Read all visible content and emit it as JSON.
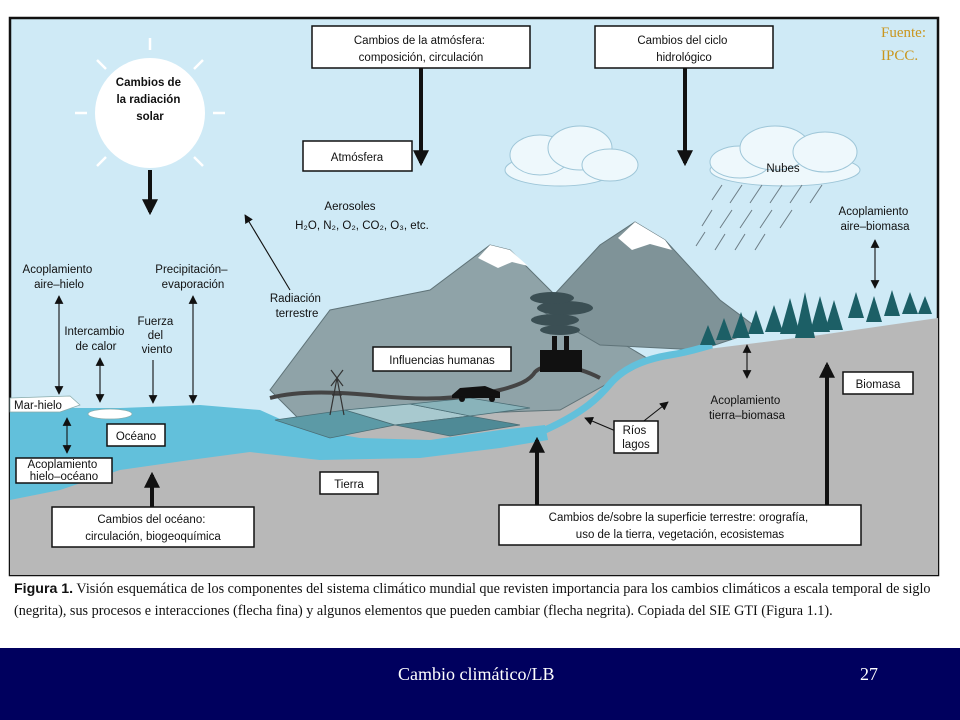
{
  "diagram": {
    "solar": [
      "Cambios de",
      "la radiación",
      "solar"
    ],
    "atm_changes": [
      "Cambios de la atmósfera:",
      "composición, circulación"
    ],
    "hydro_changes": [
      "Cambios del ciclo",
      "hidrológico"
    ],
    "atmosphere": "Atmósfera",
    "clouds": "Nubes",
    "aerosols_title": "Aerosoles",
    "aerosols_formula": "H₂O, N₂, O₂, CO₂, O₃, etc.",
    "air_ice": [
      "Acoplamiento",
      "aire–hielo"
    ],
    "precip": [
      "Precipitación–",
      "evaporación"
    ],
    "terrestrial_rad": [
      "Radiación",
      "terrestre"
    ],
    "air_biomass": [
      "Acoplamiento",
      "aire–biomasa"
    ],
    "heat_exchange": [
      "Intercambio",
      "de calor"
    ],
    "wind_force": [
      "Fuerza",
      "del",
      "viento"
    ],
    "human": "Influencias humanas",
    "sea_ice": "Mar-hielo",
    "ocean": "Océano",
    "ice_ocean": [
      "Acoplamiento",
      "hielo–océano"
    ],
    "land": "Tierra",
    "rivers": [
      "Ríos",
      "lagos"
    ],
    "land_biomass": [
      "Acoplamiento",
      "tierra–biomasa"
    ],
    "biomass": "Biomasa",
    "ocean_changes": [
      "Cambios del océano:",
      "circulación, biogeoquímica"
    ],
    "surface_changes": [
      "Cambios de/sobre la superficie terrestre: orografía,",
      "uso de la tierra, vegetación, ecosistemas"
    ]
  },
  "caption": {
    "bold": "Figura 1.",
    "text": " Visión esquemática de los componentes del sistema climático mundial que revisten importancia para los cambios climáticos a escala temporal de siglo (negrita), sus procesos e interacciones (flecha fina) y algunos elementos que pueden cambiar (flecha negrita). Copiada del SIE GTI (Figura 1.1)."
  },
  "source": "Fuente:\nIPCC.",
  "footer": {
    "title": "Cambio climático/LB",
    "page": "27"
  },
  "colors": {
    "sky": "#cfeaf6",
    "ocean": "#62c0db",
    "land": "#b8b8b8",
    "footer": "#00005e",
    "source": "#c9961e"
  }
}
